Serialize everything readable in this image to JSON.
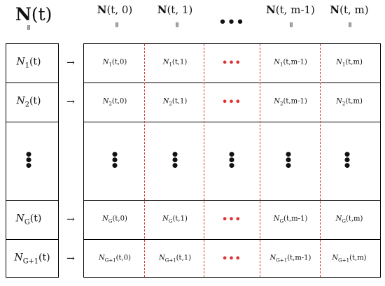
{
  "title": {
    "bold": "N",
    "arg": "(t)"
  },
  "column_headers": [
    {
      "bold": "N",
      "arg": "(t, 0)"
    },
    {
      "bold": "N",
      "arg": "(t, 1)"
    },
    {
      "bold": "",
      "arg": "•••"
    },
    {
      "bold": "N",
      "arg": "(t, m-1)"
    },
    {
      "bold": "N",
      "arg": "(t, m)"
    }
  ],
  "equals": "=",
  "arrow": "→",
  "rows": [
    {
      "label_base": "N",
      "label_sub": "1",
      "label_arg": "(t)",
      "cells": [
        {
          "base": "N",
          "sub": "1",
          "arg": "(t,0)"
        },
        {
          "base": "N",
          "sub": "1",
          "arg": "(t,1)"
        },
        {
          "dots": "•••"
        },
        {
          "base": "N",
          "sub": "1",
          "arg": "(t,m-1)"
        },
        {
          "base": "N",
          "sub": "1",
          "arg": "(t,m)"
        }
      ]
    },
    {
      "label_base": "N",
      "label_sub": "2",
      "label_arg": "(t)",
      "cells": [
        {
          "base": "N",
          "sub": "2",
          "arg": "(t,0)"
        },
        {
          "base": "N",
          "sub": "2",
          "arg": "(t,1)"
        },
        {
          "dots": "•••"
        },
        {
          "base": "N",
          "sub": "2",
          "arg": "(t,m-1)"
        },
        {
          "base": "N",
          "sub": "2",
          "arg": "(t,m)"
        }
      ]
    },
    {
      "label_base": "N",
      "label_sub": "G",
      "label_arg": "(t)",
      "cells": [
        {
          "base": "N",
          "sub": "G",
          "arg": "(t,0)"
        },
        {
          "base": "N",
          "sub": "G",
          "arg": "(t,1)"
        },
        {
          "dots": "•••"
        },
        {
          "base": "N",
          "sub": "G",
          "arg": "(t,m-1)"
        },
        {
          "base": "N",
          "sub": "G",
          "arg": "(t,m)"
        }
      ]
    },
    {
      "label_base": "N",
      "label_sub": "G+1",
      "label_arg": "(t)",
      "cells": [
        {
          "base": "N",
          "sub": "G+1",
          "arg": "(t,0)"
        },
        {
          "base": "N",
          "sub": "G+1",
          "arg": "(t,1)"
        },
        {
          "dots": "•••"
        },
        {
          "base": "N",
          "sub": "G+1",
          "arg": "(t,m-1)"
        },
        {
          "base": "N",
          "sub": "G+1",
          "arg": "(t,m)"
        }
      ]
    }
  ],
  "colors": {
    "dashed_divider": "#e03131",
    "red_dots": "#e03131",
    "border": "#000000"
  }
}
